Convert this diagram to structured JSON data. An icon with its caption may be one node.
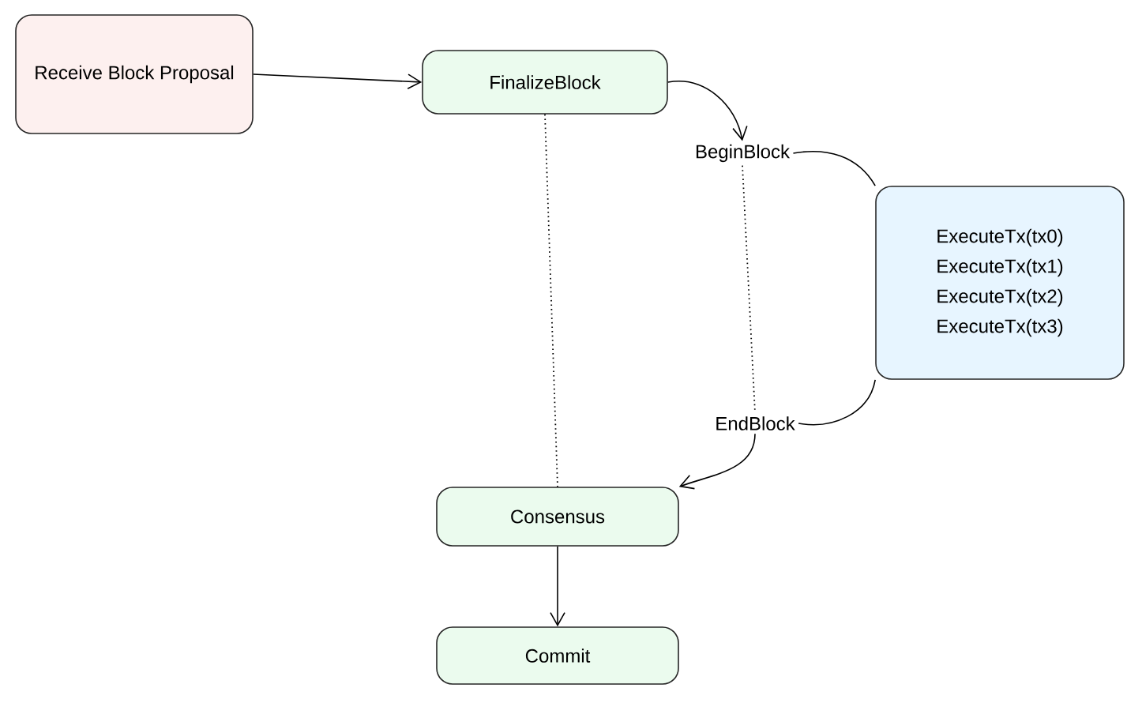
{
  "diagram": {
    "nodes": [
      {
        "text": [
          "Receive Block Proposal"
        ]
      },
      {
        "text": [
          "FinalizeBlock"
        ]
      },
      {
        "text": [
          "BeginBlock"
        ]
      },
      {
        "text": [
          "ExecuteTx(tx0)",
          "ExecuteTx(tx1)",
          "ExecuteTx(tx2)",
          "ExecuteTx(tx3)"
        ]
      },
      {
        "text": [
          "EndBlock"
        ]
      },
      {
        "text": [
          "Consensus"
        ]
      },
      {
        "text": [
          "Commit"
        ]
      }
    ],
    "edges": [
      {
        "from": 0,
        "to": 1,
        "arrow": "to"
      },
      {
        "from": 1,
        "to": 2,
        "arrow": "to"
      },
      {
        "from": 2,
        "to": 3,
        "arrow": "none"
      },
      {
        "from": 3,
        "to": 4,
        "arrow": "none"
      },
      {
        "from": 4,
        "to": 5,
        "arrow": "to"
      },
      {
        "from": 5,
        "to": 6,
        "arrow": "to"
      },
      {
        "from": 1,
        "to": 5,
        "arrow": "none",
        "style": "dashed"
      },
      {
        "from": 2,
        "to": 4,
        "arrow": "none",
        "style": "dashed"
      }
    ]
  }
}
